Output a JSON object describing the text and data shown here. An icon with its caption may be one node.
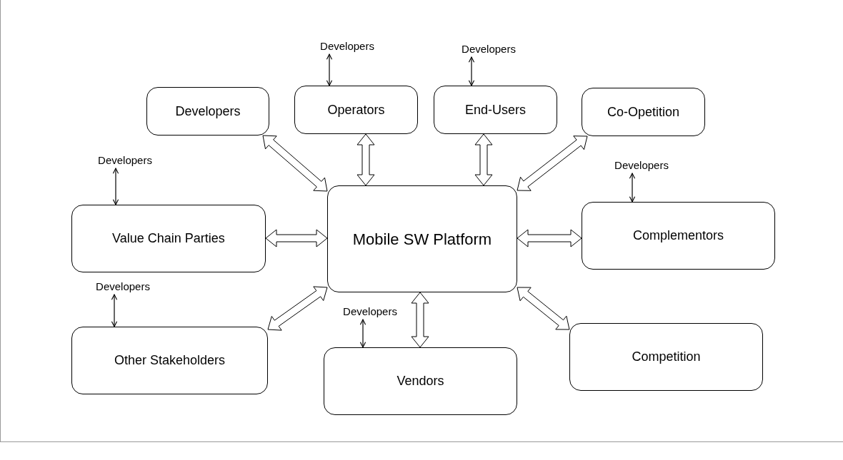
{
  "diagram": {
    "nodes": [
      {
        "text": [
          "Mobile SW Platform"
        ]
      },
      {
        "text": [
          "Developers"
        ]
      },
      {
        "text": [
          "Operators"
        ]
      },
      {
        "text": [
          "End-Users"
        ]
      },
      {
        "text": [
          "Co-Opetition"
        ]
      },
      {
        "text": [
          "Value Chain Parties"
        ]
      },
      {
        "text": [
          "Complementors"
        ]
      },
      {
        "text": [
          "Other Stakeholders"
        ]
      },
      {
        "text": [
          "Vendors"
        ]
      },
      {
        "text": [
          "Competition"
        ]
      },
      {
        "text": [
          "Developers"
        ]
      },
      {
        "text": [
          "Developers"
        ]
      },
      {
        "text": [
          "Developers"
        ]
      },
      {
        "text": [
          "Developers"
        ]
      },
      {
        "text": [
          "Developers"
        ]
      },
      {
        "text": [
          "Developers"
        ]
      }
    ],
    "edges": [
      {
        "from": 0,
        "to": 1,
        "arrow": "both",
        "style": "thick"
      },
      {
        "from": 0,
        "to": 2,
        "arrow": "both",
        "style": "thick"
      },
      {
        "from": 0,
        "to": 3,
        "arrow": "both",
        "style": "thick"
      },
      {
        "from": 0,
        "to": 4,
        "arrow": "both",
        "style": "thick"
      },
      {
        "from": 0,
        "to": 5,
        "arrow": "both",
        "style": "thick"
      },
      {
        "from": 0,
        "to": 6,
        "arrow": "both",
        "style": "thick"
      },
      {
        "from": 0,
        "to": 7,
        "arrow": "both",
        "style": "thick"
      },
      {
        "from": 0,
        "to": 8,
        "arrow": "both",
        "style": "thick"
      },
      {
        "from": 0,
        "to": 9,
        "arrow": "both",
        "style": "thick"
      },
      {
        "from": 10,
        "to": 2,
        "arrow": "both"
      },
      {
        "from": 11,
        "to": 3,
        "arrow": "both"
      },
      {
        "from": 12,
        "to": 5,
        "arrow": "both"
      },
      {
        "from": 13,
        "to": 6,
        "arrow": "both"
      },
      {
        "from": 14,
        "to": 7,
        "arrow": "both"
      },
      {
        "from": 15,
        "to": 8,
        "arrow": "both"
      }
    ]
  }
}
